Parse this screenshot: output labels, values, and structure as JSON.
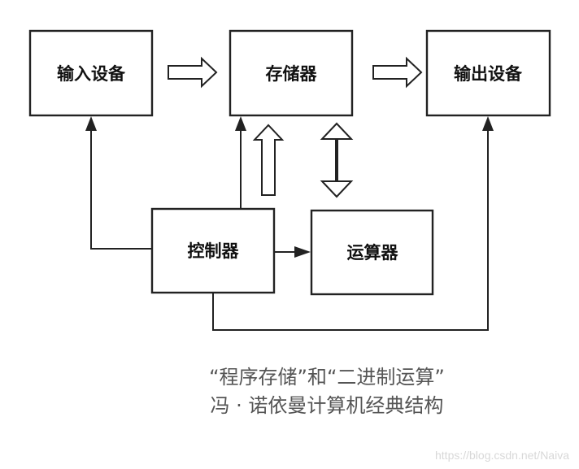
{
  "diagram": {
    "input_device": "输入设备",
    "memory": "存储器",
    "output_device": "输出设备",
    "controller": "控制器",
    "arithmetic_unit": "运算器"
  },
  "caption": {
    "line1": "“程序存储”和“二进制运算”",
    "line2": "冯 · 诺依曼计算机经典结构"
  },
  "watermark": "https://blog.csdn.net/Naiva"
}
